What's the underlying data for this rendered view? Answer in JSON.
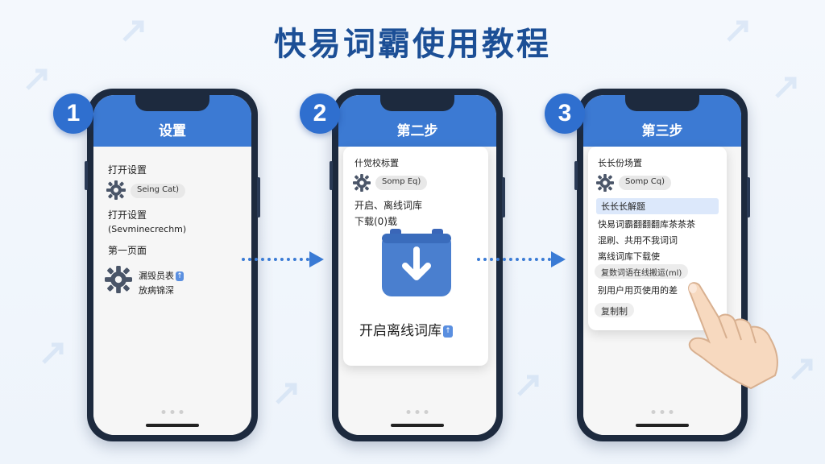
{
  "title": "快易词霸使用教程",
  "colors": {
    "accent": "#3c7ad3",
    "title": "#1c4f96",
    "badge": "#2f6fcf"
  },
  "steps": [
    {
      "number": "1",
      "header": "设置",
      "line1": "打开设置",
      "pill": "Seing Cat)",
      "line2": "打开设置",
      "line3": "(Sevminecrechm)",
      "line4": "第一页面",
      "gear_text_1": "漏毁员表",
      "gear_text_2": "放病锦深"
    },
    {
      "number": "2",
      "header": "第二步",
      "card_title": "什觉校标置",
      "pill": "Somp Eq)",
      "line1": "开启、离线词库",
      "line2": "下载(0)载",
      "download_label": "开启离线词库",
      "download_icon": "download-icon"
    },
    {
      "number": "3",
      "header": "第三步",
      "card_title": "长长份场置",
      "pill": "Somp Cq)",
      "highlight": "长长长解题",
      "line1": "快易词霸翻翻翻库茶茶茶",
      "line2": "混刷、共用不我词词",
      "line3": "离线词库下载使",
      "line4": "复数词语在线搬运(ml)",
      "line5": "别用户用页使用的差",
      "button": "复制制"
    }
  ]
}
